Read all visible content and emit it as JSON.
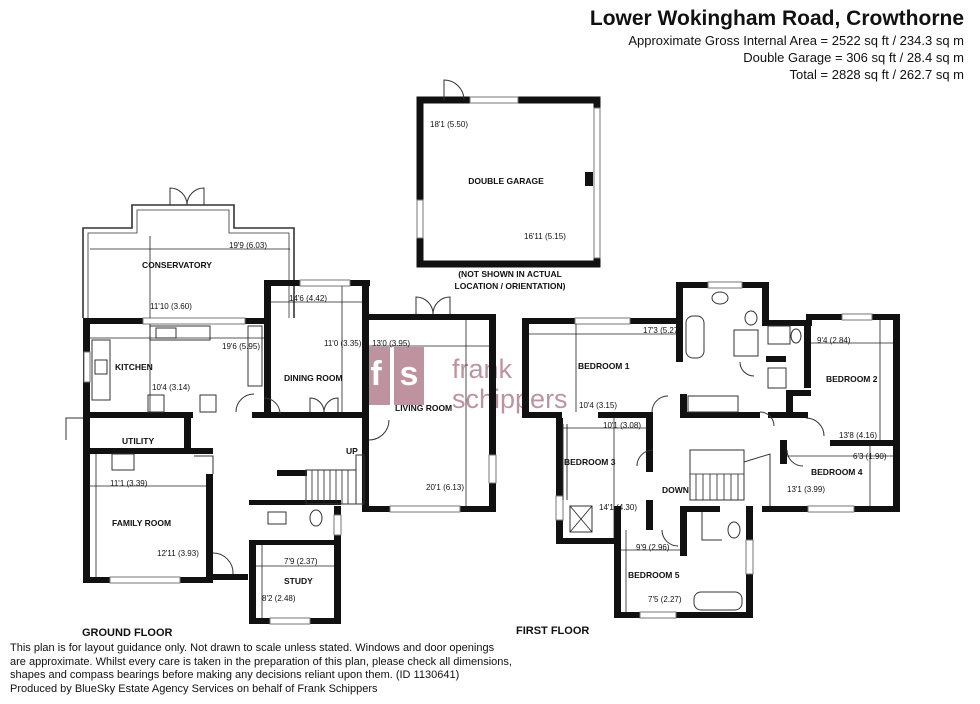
{
  "header": {
    "title": "Lower Wokingham Road, Crowthorne",
    "areas": [
      "Approximate Gross Internal Area = 2522 sq ft / 234.3 sq m",
      "Double Garage = 306 sq ft / 28.4 sq m",
      "Total = 2828 sq ft / 262.7 sq m"
    ]
  },
  "watermark": {
    "line1": "frank",
    "line2": "schippers"
  },
  "garage": {
    "name": "DOUBLE GARAGE",
    "dim_w": "18'1 (5.50)",
    "dim_h": "16'11 (5.15)",
    "note1": "(NOT SHOWN IN ACTUAL",
    "note2": "LOCATION / ORIENTATION)"
  },
  "ground_floor": {
    "label": "GROUND FLOOR",
    "rooms": {
      "conservatory": {
        "name": "CONSERVATORY",
        "dims": [
          "19'9 (6.03)",
          "11'10 (3.60)"
        ]
      },
      "kitchen": {
        "name": "KITCHEN",
        "dims": [
          "19'6 (5.95)",
          "10'4 (3.14)"
        ]
      },
      "dining": {
        "name": "DINING ROOM",
        "dims": [
          "14'6 (4.42)",
          "11'0 (3.35)"
        ]
      },
      "living": {
        "name": "LIVING ROOM",
        "dims": [
          "13'0 (3.95)",
          "20'1 (6.13)"
        ]
      },
      "utility": {
        "name": "UTILITY"
      },
      "family": {
        "name": "FAMILY ROOM",
        "dims": [
          "11'1 (3.39)",
          "12'11 (3.93)"
        ]
      },
      "study": {
        "name": "STUDY",
        "dims": [
          "7'9 (2.37)",
          "8'2 (2.48)"
        ]
      }
    },
    "stairs": "UP"
  },
  "first_floor": {
    "label": "FIRST FLOOR",
    "rooms": {
      "bed1": {
        "name": "BEDROOM 1",
        "dims": [
          "17'3 (5.27)",
          "10'4 (3.15)"
        ]
      },
      "bed2": {
        "name": "BEDROOM 2",
        "dims": [
          "9'4 (2.84)",
          "13'8 (4.16)"
        ]
      },
      "bed3": {
        "name": "BEDROOM 3",
        "dims": [
          "10'1 (3.08)",
          "14'1 (4.30)"
        ]
      },
      "bed4": {
        "name": "BEDROOM 4",
        "dims": [
          "6'3 (1.90)",
          "13'1 (3.99)"
        ]
      },
      "bed5": {
        "name": "BEDROOM 5",
        "dims": [
          "9'9 (2.96)",
          "7'5 (2.27)"
        ]
      }
    },
    "stairs": "DOWN"
  },
  "disclaimer": [
    "This plan is for layout guidance only. Not drawn to scale unless stated. Windows and door openings",
    "are approximate. Whilst every care is taken in the preparation of this plan, please check all dimensions,",
    "shapes and compass bearings before making any decisions reliant upon them. (ID 1130641)",
    "Produced by BlueSky Estate Agency Services on behalf of Frank Schippers"
  ],
  "colors": {
    "wall": "#111111",
    "watermark": "#8c3a52"
  }
}
